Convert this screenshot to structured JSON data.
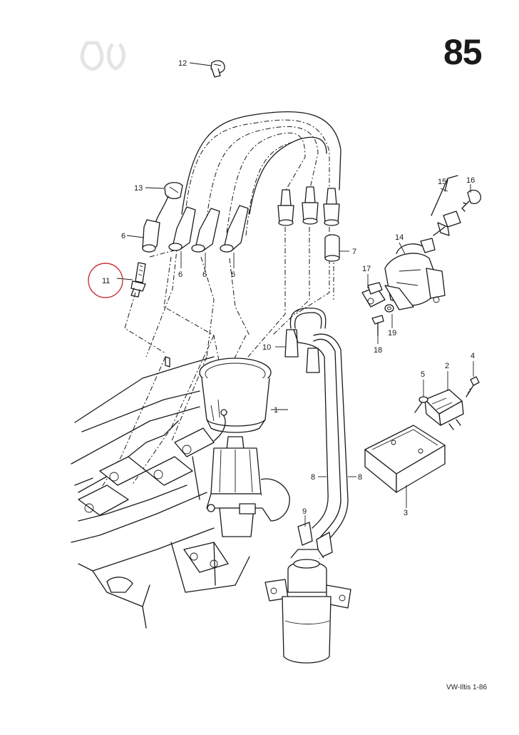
{
  "page_number": "85",
  "footer_ref": "VW-Iltis  1-86",
  "callouts": [
    {
      "id": "c1",
      "label": "1"
    },
    {
      "id": "c2",
      "label": "2"
    },
    {
      "id": "c3",
      "label": "3"
    },
    {
      "id": "c4",
      "label": "4"
    },
    {
      "id": "c5",
      "label": "5"
    },
    {
      "id": "c6a",
      "label": "6"
    },
    {
      "id": "c6b",
      "label": "6"
    },
    {
      "id": "c6c",
      "label": "6"
    },
    {
      "id": "c6d",
      "label": "6"
    },
    {
      "id": "c7",
      "label": "7"
    },
    {
      "id": "c8a",
      "label": "8"
    },
    {
      "id": "c8b",
      "label": "8"
    },
    {
      "id": "c9",
      "label": "9"
    },
    {
      "id": "c10",
      "label": "10"
    },
    {
      "id": "c11",
      "label": "11"
    },
    {
      "id": "c12",
      "label": "12"
    },
    {
      "id": "c13",
      "label": "13"
    },
    {
      "id": "c14",
      "label": "14"
    },
    {
      "id": "c15",
      "label": "15"
    },
    {
      "id": "c16",
      "label": "16"
    },
    {
      "id": "c17",
      "label": "17"
    },
    {
      "id": "c18",
      "label": "18"
    },
    {
      "id": "c19",
      "label": "19"
    }
  ],
  "highlight": {
    "target": "11",
    "color": "#c8343a"
  }
}
